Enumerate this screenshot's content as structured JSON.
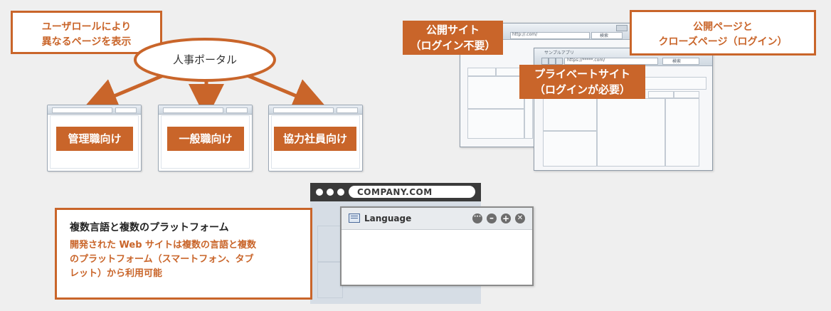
{
  "callouts": {
    "user_role": {
      "line1": "ユーザロールにより",
      "line2": "異なるページを表示"
    },
    "public_private": {
      "line1": "公開ページと",
      "line2": "クローズページ（ログイン）"
    }
  },
  "portal": {
    "label": "人事ポータル"
  },
  "role_pages": [
    {
      "label": "管理職向け"
    },
    {
      "label": "一般職向け"
    },
    {
      "label": "協力社員向け"
    }
  ],
  "public_site": {
    "line1": "公開サイト",
    "line2": "（ログイン不要）",
    "url": "http://.com/",
    "search": "検索"
  },
  "private_site": {
    "line1": "プライベートサイト",
    "line2": "（ログインが必要）",
    "tab_title": "サンプルアプリ",
    "url": "https://*****.com/",
    "search": "検索"
  },
  "browser": {
    "address": "COMPANY.COM",
    "widget_title": "Language"
  },
  "multi": {
    "title": "複数言語と複数のプラットフォーム",
    "body_line1": "開発された Web サイトは複数の言語と複数",
    "body_line2": "のプラットフォーム（スマートフォン、タブ",
    "body_line3": "レット）から利用可能"
  },
  "colors": {
    "accent": "#c9652a",
    "browser_dark": "#3a3a3a"
  },
  "icons": [
    "options-icon",
    "minus-icon",
    "plus-icon",
    "close-icon",
    "widget-icon"
  ]
}
